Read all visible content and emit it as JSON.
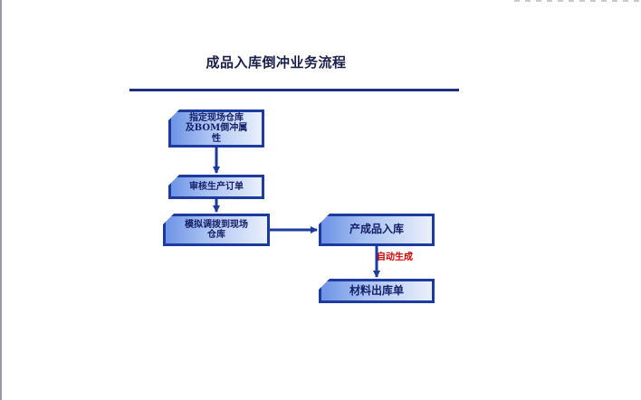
{
  "diagram": {
    "title": "成品入库倒冲业务流程",
    "nodes": [
      {
        "id": "specify-warehouse",
        "lines": [
          "指定现场仓库",
          "及BOM倒冲属",
          "性"
        ]
      },
      {
        "id": "review-order",
        "lines": [
          "审核生产订单"
        ]
      },
      {
        "id": "simulate-transfer",
        "lines": [
          "模拟调拨到现场",
          "仓库"
        ]
      },
      {
        "id": "product-inbound",
        "lines": [
          "产成品入库"
        ]
      },
      {
        "id": "material-outbound",
        "lines": [
          "材料出库单"
        ]
      }
    ],
    "edges": [
      {
        "from": "specify-warehouse",
        "to": "review-order",
        "label": ""
      },
      {
        "from": "review-order",
        "to": "simulate-transfer",
        "label": ""
      },
      {
        "from": "simulate-transfer",
        "to": "product-inbound",
        "label": ""
      },
      {
        "from": "product-inbound",
        "to": "material-outbound",
        "label": "自动生成"
      }
    ],
    "colors": {
      "node_border": "#1d3a9e",
      "node_text": "#15206b",
      "arrow": "#1d3a9e",
      "note_text": "#d00000",
      "title_rule": "#1f2f7f"
    }
  }
}
